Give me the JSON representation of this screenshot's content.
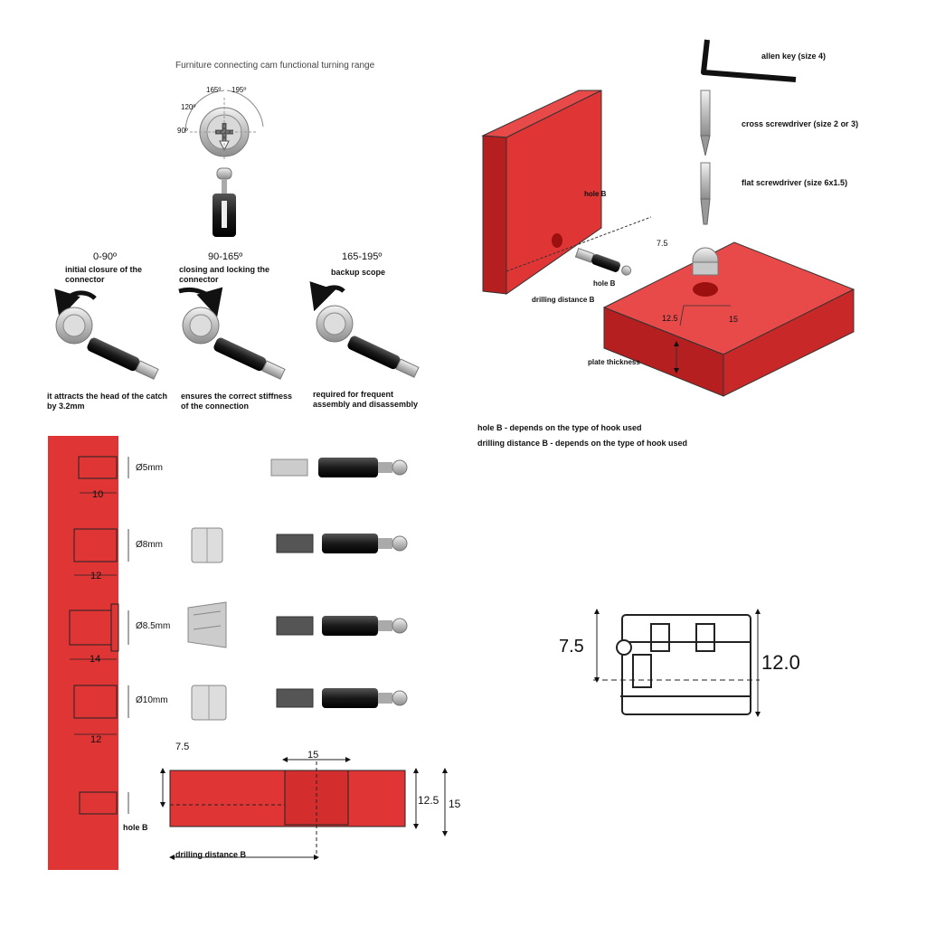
{
  "cam_range": {
    "title": "Furniture connecting cam functional turning range",
    "angles": [
      "165º",
      "195º",
      "120º",
      "90º"
    ],
    "stages": [
      {
        "range": "0-90º",
        "name": "initial closure of the connector",
        "note": "it attracts the head of the catch by 3.2mm"
      },
      {
        "range": "90-165º",
        "name": "closing and locking the connector",
        "note": "ensures the correct stiffness of the connection"
      },
      {
        "range": "165-195º",
        "name": "backup scope",
        "note": "required for frequent assembly and disassembly"
      }
    ]
  },
  "tools": [
    {
      "label": "allen key (size 4)"
    },
    {
      "label": "cross screwdriver (size 2 or 3)"
    },
    {
      "label": "flat screwdriver (size 6x1.5)"
    }
  ],
  "assembly": {
    "hole_b": "hole B",
    "hole_b_2": "hole B",
    "drilling_distance": "drilling distance B",
    "plate_thickness": "plate thickness",
    "dim_7_5": "7.5",
    "dim_12_5": "12.5",
    "dim_15": "15"
  },
  "notes": [
    "hole B - depends on the type of hook used",
    "drilling distance B - depends on the type of hook used"
  ],
  "holes": [
    {
      "diameter": "Ø5mm",
      "depth": "10"
    },
    {
      "diameter": "Ø8mm",
      "depth": "12"
    },
    {
      "diameter": "Ø8.5mm",
      "depth": "14"
    },
    {
      "diameter": "Ø10mm",
      "depth": "12"
    }
  ],
  "section": {
    "dim_7_5": "7.5",
    "dim_15": "15",
    "dim_12_5": "12.5",
    "dim_15_b": "15",
    "hole_b": "hole B",
    "drilling_distance": "drilling distance B"
  },
  "cam_profile": {
    "dim_left": "7.5",
    "dim_right": "12.0"
  },
  "colors": {
    "board": "#e03535",
    "board_dark": "#b51f1f",
    "board_top": "#e84a4a"
  }
}
